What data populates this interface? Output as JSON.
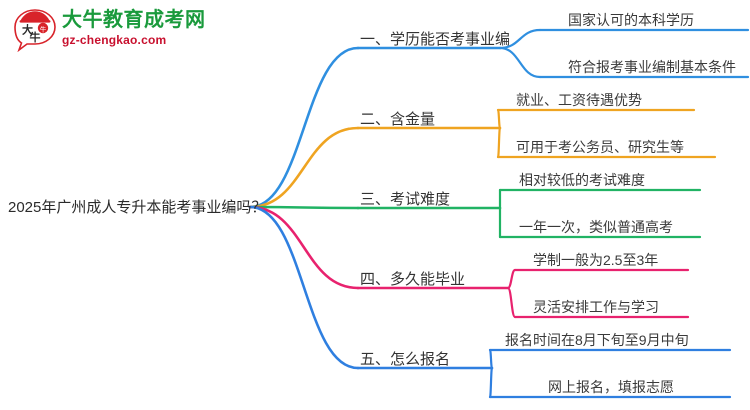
{
  "logo": {
    "mark_name": "daniu-bull-logo",
    "mark_text": "大牛",
    "title": "大牛教育成考网",
    "subtitle": "gz-chengkao.com",
    "title_color": "#1a9a3c",
    "subtitle_color": "#c8102e",
    "mark_red": "#d8232a"
  },
  "mindmap": {
    "root": {
      "label": "2025年广州成人专升本能考事业编吗？"
    },
    "branches": [
      {
        "index": "1",
        "label": "一、学历能否考事业编",
        "color": "#2f8fe0",
        "children": [
          {
            "label": "国家认可的本科学历"
          },
          {
            "label": "符合报考事业编制基本条件"
          }
        ]
      },
      {
        "index": "2",
        "label": "二、含金量",
        "color": "#efa421",
        "children": [
          {
            "label": "就业、工资待遇优势"
          },
          {
            "label": "可用于考公务员、研究生等"
          }
        ]
      },
      {
        "index": "3",
        "label": "三、考试难度",
        "color": "#21b364",
        "children": [
          {
            "label": "相对较低的考试难度"
          },
          {
            "label": "一年一次，类似普通高考"
          }
        ]
      },
      {
        "index": "4",
        "label": "四、多久能毕业",
        "color": "#e8226e",
        "children": [
          {
            "label": "学制一般为2.5至3年"
          },
          {
            "label": "灵活安排工作与学习"
          }
        ]
      },
      {
        "index": "5",
        "label": "五、怎么报名",
        "color": "#2f7fe0",
        "children": [
          {
            "label": "报名时间在8月下旬至9月中旬"
          },
          {
            "label": "网上报名，填报志愿"
          }
        ]
      }
    ]
  }
}
